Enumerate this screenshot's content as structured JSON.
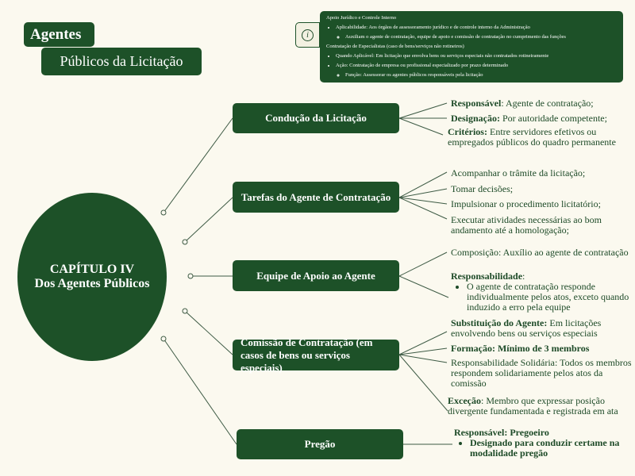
{
  "title": {
    "line1": "Agentes",
    "line2": "Públicos da Licitação"
  },
  "info_panel": {
    "section1": "Apoio Jurídico e Controle Interno",
    "s1_item": "Aplicabilidade: Aos órgãos de assessoramento jurídico e de controle interno da Administração",
    "s1_sub": "Auxiliam o agente de contratação, equipe de apoio e comissão de contratação no cumprimento das funções",
    "section2": "Contratação de Especialistas (caso de bens/serviços não rotineiros)",
    "s2_item1": "Quando Aplicável: Em licitação que envolva bens ou serviços especiais não contratados rotineiramente",
    "s2_item2": "Ação: Contratação de empresa ou profissional especializado por prazo determinado",
    "s2_sub": "Função: Assessorar os agentes públicos responsáveis pela licitação"
  },
  "center": {
    "line1": "CAPÍTULO IV",
    "line2": "Dos Agentes Públicos"
  },
  "nodes": {
    "conducao": "Condução da Licitação",
    "tarefas": "Tarefas do Agente de Contratação",
    "equipe": "Equipe de Apoio ao Agente",
    "comissao": "Comissão de Contratação (em casos de bens ou serviços especiais)",
    "pregao": "Pregão"
  },
  "leaves": {
    "c1_b": "Responsável",
    "c1": ": Agente de contratação;",
    "c2_b": "Designação:",
    "c2": " Por autoridade competente;",
    "c3_b": "Critérios:",
    "c3": " Entre servidores efetivos ou empregados públicos do quadro permanente",
    "t1": "Acompanhar o trâmite da licitação;",
    "t2": "Tomar decisões;",
    "t3": "Impulsionar o procedimento licitatório;",
    "t4": "Executar atividades necessárias ao bom andamento até a homologação;",
    "e1": "Composição: Auxílio ao agente de contratação",
    "e2_b": "Responsabilidade",
    "e2_item": "O agente de contratação responde individualmente pelos atos, exceto quando induzido a erro pela equipe",
    "m1_b": "Substituição do Agente:",
    "m1": " Em licitações envolvendo bens ou serviços especiais",
    "m2": "Formação: Mínimo de 3 membros",
    "m3": "Responsabilidade Solidária: Todos os membros respondem solidariamente pelos atos da comissão",
    "m4_b": "Exceção",
    "m4": ": Membro que expressar posição divergente fundamentada e registrada em ata",
    "p1": "Responsável: Pregoeiro",
    "p1_item": "Designado para conduzir certame na modalidade pregão"
  }
}
